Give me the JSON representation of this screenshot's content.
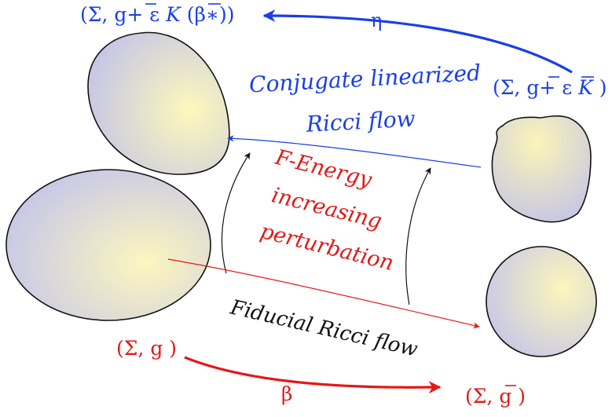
{
  "colors": {
    "blue": "#1a3ee6",
    "red": "#e31818",
    "black": "#111111",
    "blob_center": "#fbf6bf",
    "blob_edge": "#c7c7e6"
  },
  "labels": {
    "top_left": {
      "open": "(Σ, ",
      "g": "g",
      "plus": "+ ε ",
      "K": "K",
      "tail": " (β∗))"
    },
    "top_right": {
      "open": "(Σ, ",
      "g": "g",
      "plus": "+ ε ",
      "K": "K",
      "tail": " )"
    },
    "eta": "η",
    "conjugate_line1": "Conjugate linearized",
    "conjugate_line2": "Ricci flow",
    "energy_line1": "F-Energy",
    "energy_line2": "increasing",
    "energy_line3": "perturbation",
    "fiducial": "Fiducial Ricci flow",
    "bottom_left": "(Σ, g )",
    "beta": "β",
    "bottom_right": {
      "open": "(Σ, ",
      "g": "g",
      "tail": " )"
    }
  }
}
